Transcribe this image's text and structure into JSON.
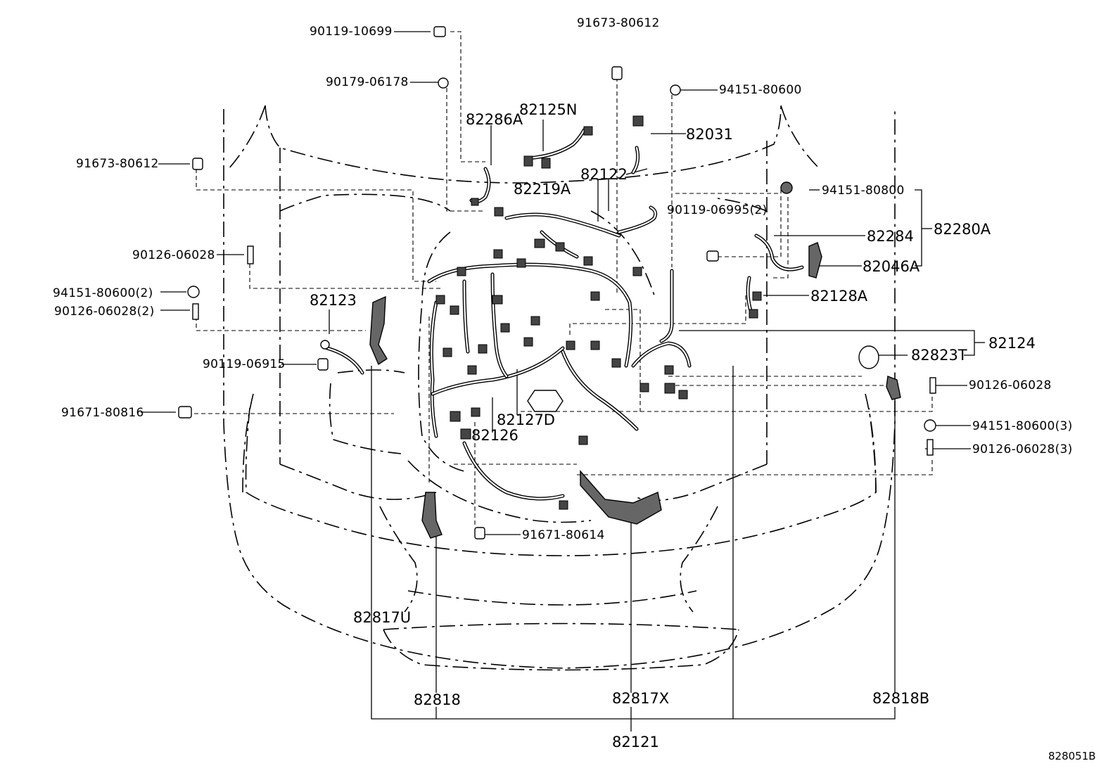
{
  "diagram_code": "828051B",
  "labels": {
    "p90119_10699": "90119-10699",
    "p91673_80612_top": "91673-80612",
    "p90179_06178": "90179-06178",
    "p94151_80600_top": "94151-80600",
    "p82286A": "82286A",
    "p82125N": "82125N",
    "p82031": "82031",
    "p91673_80612_left": "91673-80612",
    "p82122": "82122",
    "p82219A": "82219A",
    "p94151_80800": "94151-80800",
    "p90119_06995": "90119-06995(2)",
    "p82284": "82284",
    "p82280A": "82280A",
    "p90126_06028_left": "90126-06028",
    "p82046A": "82046A",
    "p94151_80600_2": "94151-80600(2)",
    "p90126_06028_2": "90126-06028(2)",
    "p82123": "82123",
    "p82128A": "82128A",
    "p82124": "82124",
    "p90119_06915": "90119-06915",
    "p82823T": "82823T",
    "p90126_06028_right": "90126-06028",
    "p91671_80816": "91671-80816",
    "p82127D": "82127D",
    "p94151_80600_3": "94151-80600(3)",
    "p82126": "82126",
    "p90126_06028_3": "90126-06028(3)",
    "p91671_80614": "91671-80614",
    "p82817U": "82817U",
    "p82818": "82818",
    "p82817X": "82817X",
    "p82818B": "82818B",
    "p82121": "82121"
  }
}
